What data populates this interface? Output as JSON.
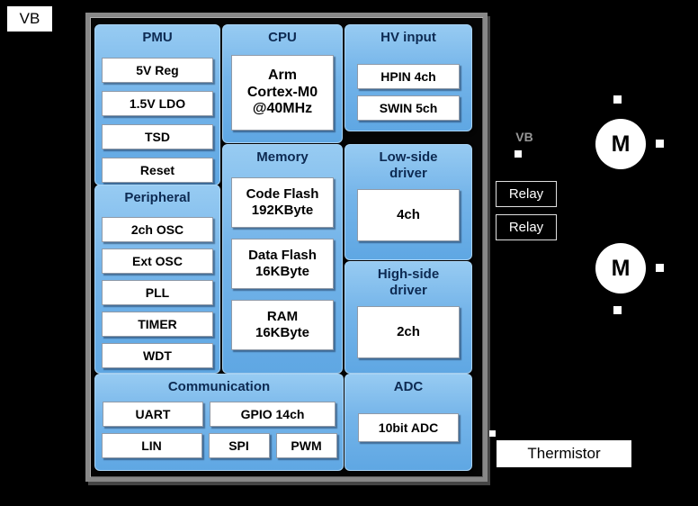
{
  "colors": {
    "background": "#000000",
    "block_fill": "#74B4E9",
    "block_title_text": "#0D2A52",
    "inner_box_fill": "#FFFFFF",
    "chip_frame": "#888888"
  },
  "external": {
    "vb_left": "VB",
    "vb_right": "VB",
    "relay_top": "Relay",
    "relay_bottom": "Relay",
    "motor_top": "M",
    "motor_bottom": "M",
    "thermistor": "Thermistor"
  },
  "chip": {
    "pmu": {
      "title": "PMU",
      "items": [
        "5V Reg",
        "1.5V LDO",
        "TSD",
        "Reset"
      ]
    },
    "cpu": {
      "title": "CPU",
      "core": "Arm\nCortex-M0\n@40MHz"
    },
    "hv_input": {
      "title": "HV input",
      "items": [
        "HPIN 4ch",
        "SWIN 5ch"
      ]
    },
    "peripheral": {
      "title": "Peripheral",
      "items": [
        "2ch OSC",
        "Ext OSC",
        "PLL",
        "TIMER",
        "WDT"
      ]
    },
    "memory": {
      "title": "Memory",
      "items": [
        "Code Flash\n192KByte",
        "Data Flash\n16KByte",
        "RAM\n16KByte"
      ]
    },
    "low_side_driver": {
      "title": "Low-side\ndriver",
      "item": "4ch"
    },
    "high_side_driver": {
      "title": "High-side\ndriver",
      "item": "2ch"
    },
    "communication": {
      "title": "Communication",
      "row1": [
        "UART",
        "GPIO 14ch"
      ],
      "row2": [
        "LIN",
        "SPI",
        "PWM"
      ]
    },
    "adc": {
      "title": "ADC",
      "item": "10bit ADC"
    }
  }
}
